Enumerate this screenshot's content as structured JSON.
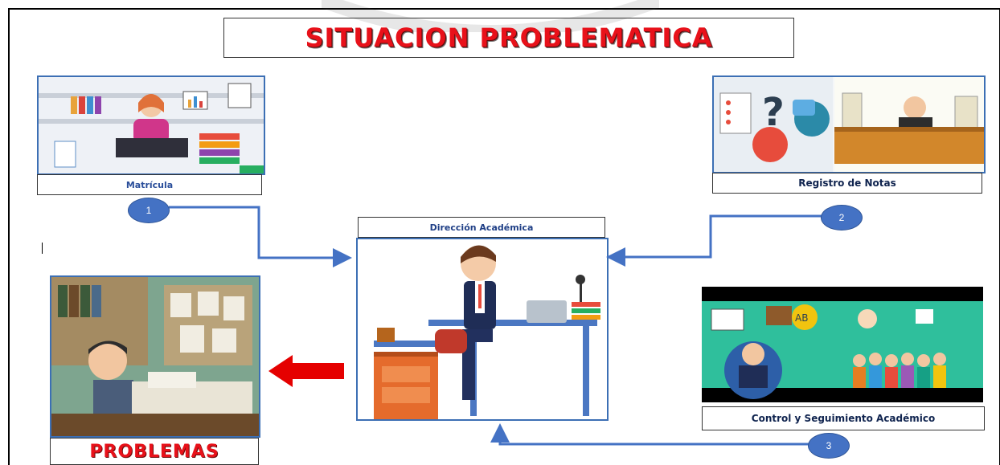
{
  "title": "SITUACION PROBLEMATICA",
  "nodes": {
    "matricula": "Matrícula",
    "registro_notas": "Registro de Notas",
    "direccion": "Dirección Académica",
    "control": "Control y Seguimiento Académico",
    "problemas": "PROBLEMAS"
  },
  "steps": [
    "1",
    "2",
    "3"
  ],
  "colors": {
    "title": "#e8111a",
    "arrow": "#4472c4",
    "problem_arrow": "#e50000",
    "label_text": "#2a4e9a"
  }
}
